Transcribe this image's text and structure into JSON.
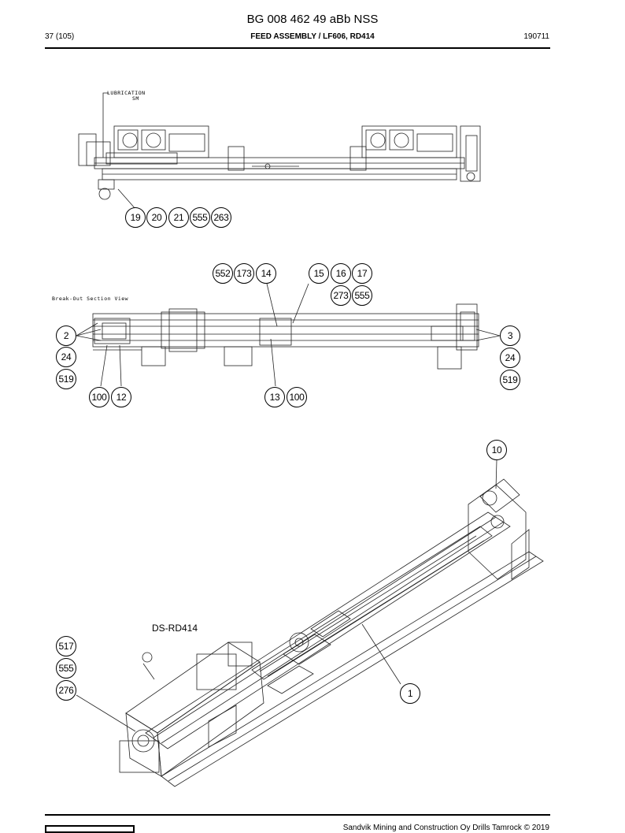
{
  "header": {
    "doc_code": "BG 008 462 49 aBb NSS",
    "page": "37 (105)",
    "title": "FEED ASSEMBLY / LF606, RD414",
    "date": "190711"
  },
  "notes": {
    "lubrication": "LUBRICATION",
    "sm": "SM",
    "section_view": "Break-Out Section View",
    "model_label": "DS-RD414"
  },
  "callouts": {
    "c19": "19",
    "c20": "20",
    "c21": "21",
    "c555a": "555",
    "c263": "263",
    "c552": "552",
    "c173": "173",
    "c14": "14",
    "c15": "15",
    "c16": "16",
    "c17": "17",
    "c273": "273",
    "c555b": "555",
    "c2": "2",
    "c24a": "24",
    "c519a": "519",
    "c100a": "100",
    "c12": "12",
    "c13": "13",
    "c100b": "100",
    "c3": "3",
    "c24b": "24",
    "c519b": "519",
    "c10": "10",
    "c517": "517",
    "c555c": "555",
    "c276": "276",
    "c1": "1"
  },
  "footer": {
    "copyright": "Sandvik Mining and Construction Oy Drills Tamrock © 2019"
  }
}
